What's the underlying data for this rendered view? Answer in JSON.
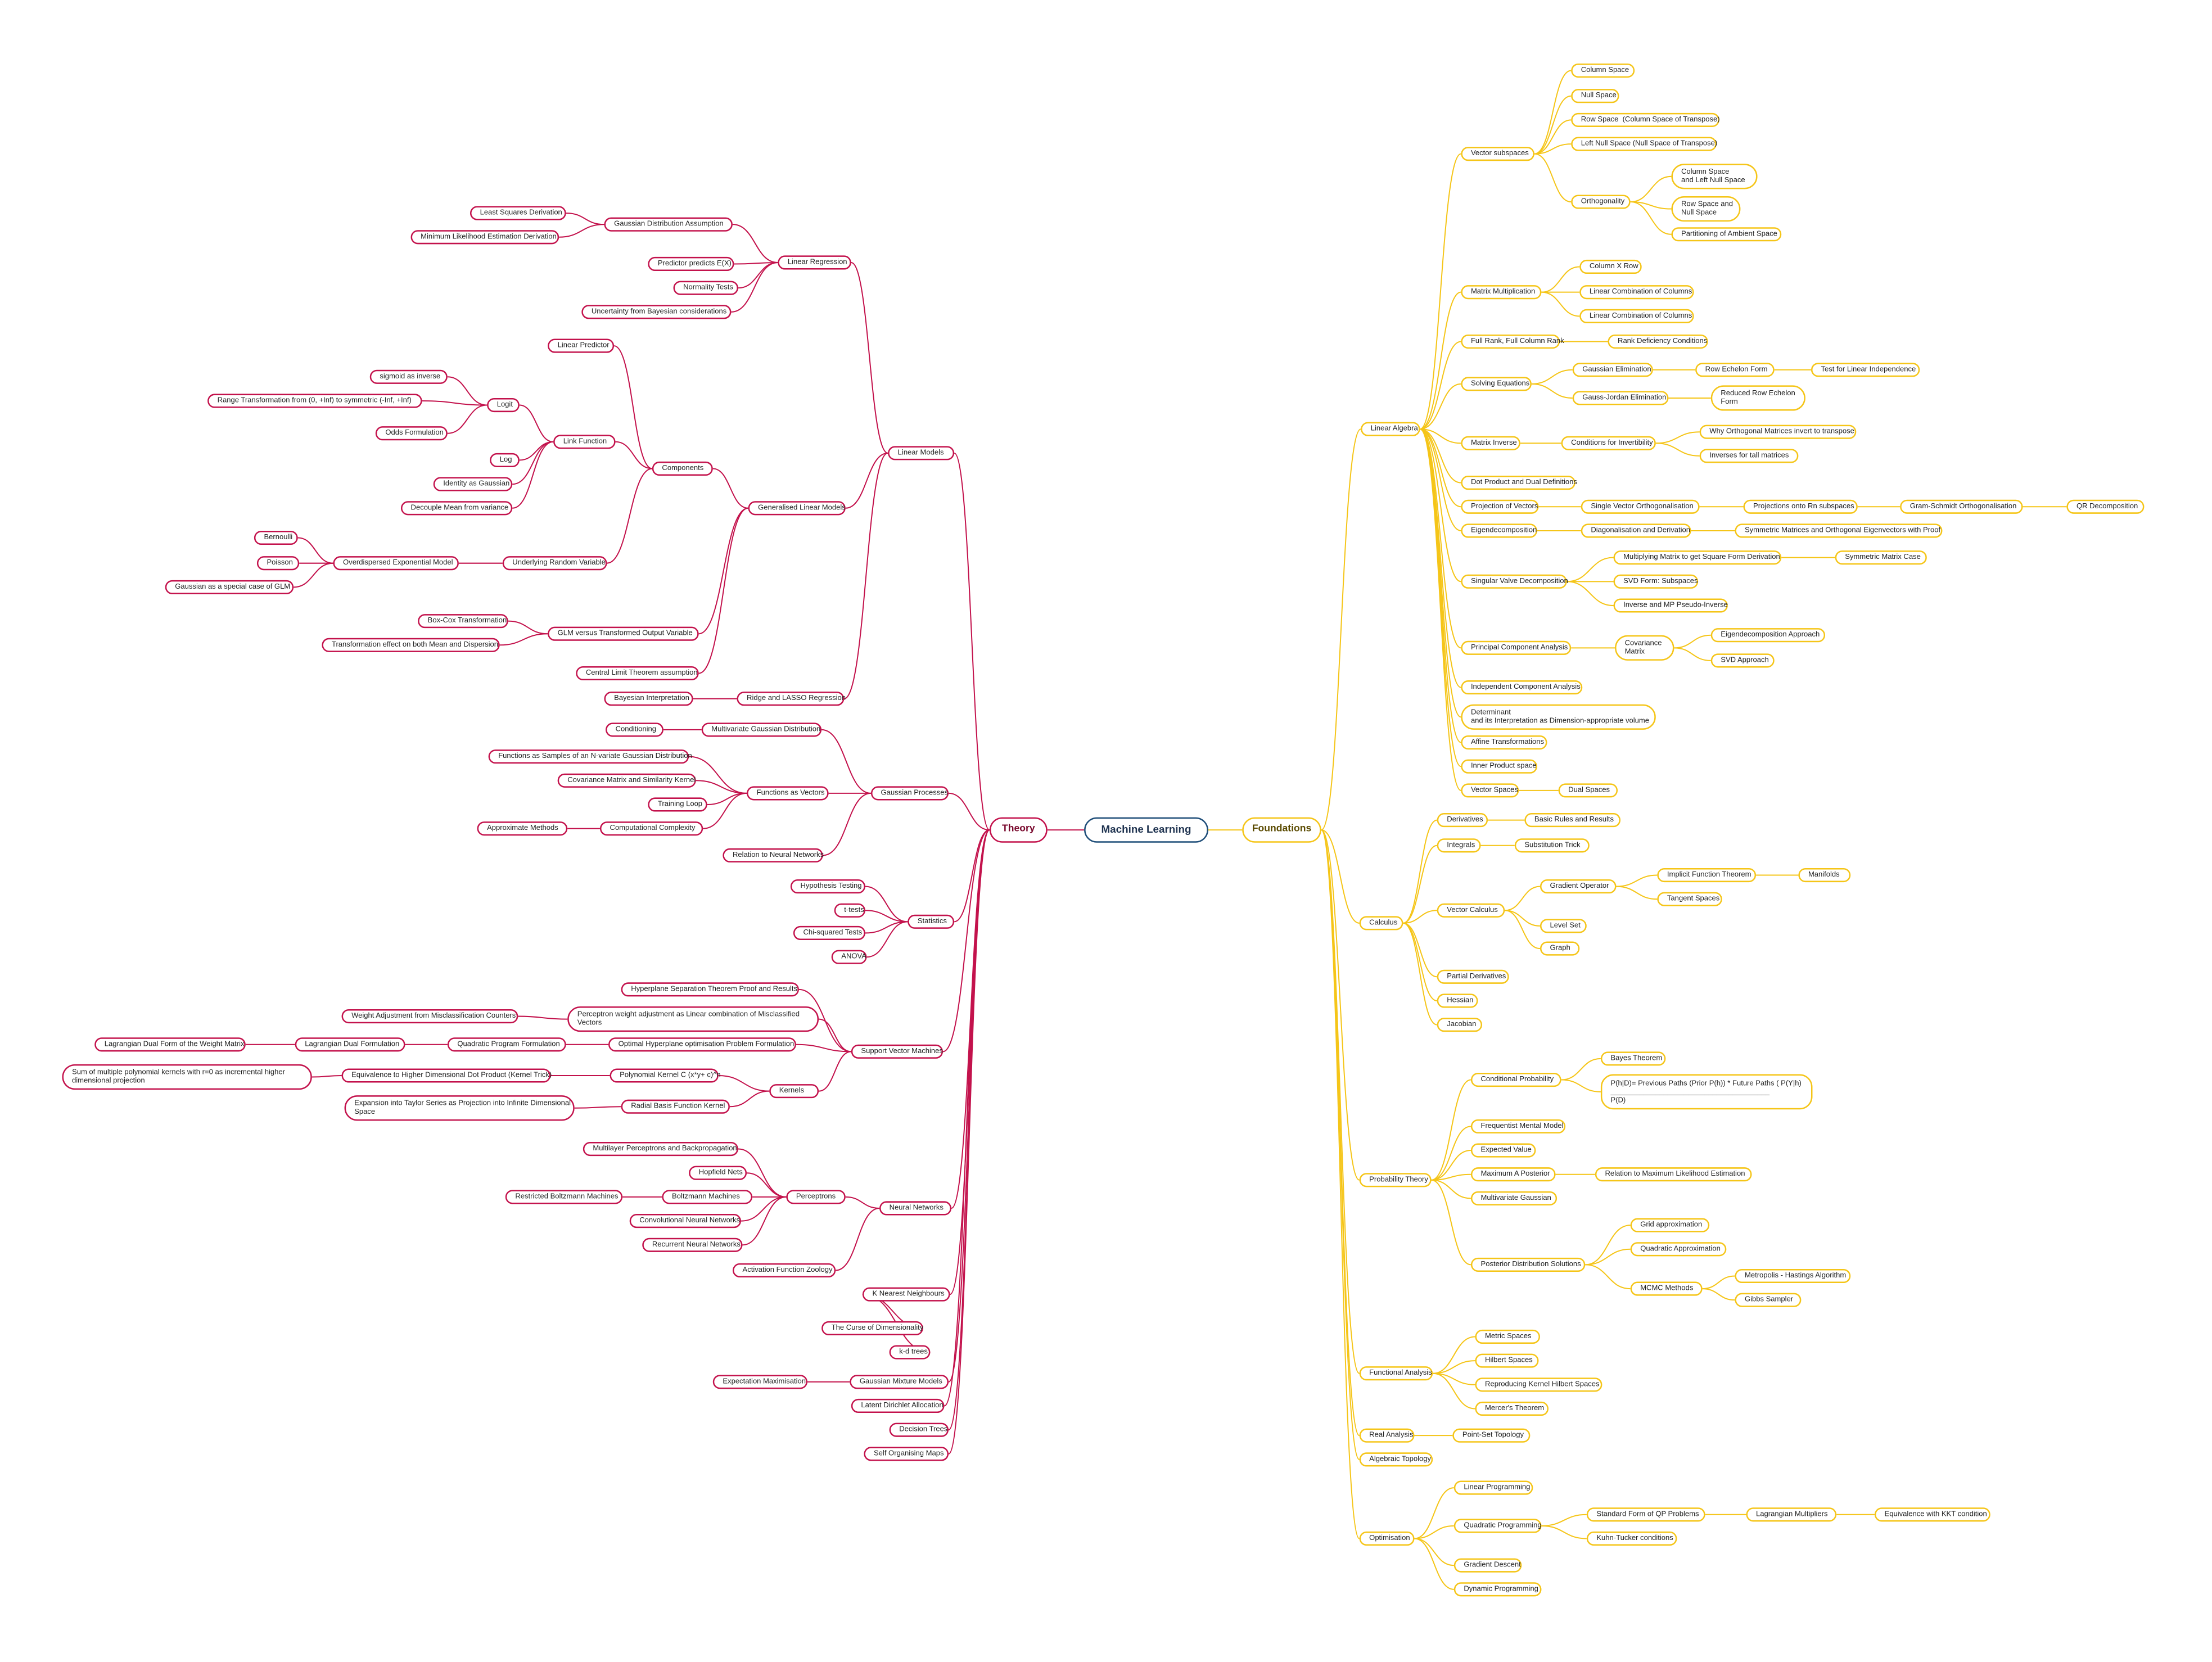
{
  "colors": {
    "foundations_branch": "#f5c518",
    "theory_branch": "#c3124c",
    "root_border": "#1f4e79"
  },
  "root": "Machine Learning",
  "foundations": {
    "label": "Foundations",
    "children": [
      {
        "label": "Linear Algebra",
        "children": [
          {
            "label": "Vector subspaces",
            "children": [
              {
                "label": "Column Space"
              },
              {
                "label": "Null Space"
              },
              {
                "label": "Row Space  (Column Space of Transpose)"
              },
              {
                "label": "Left Null Space (Null Space of Transpose)"
              },
              {
                "label": "Orthogonality",
                "children": [
                  {
                    "label": "Column Space\nand Left Null Space"
                  },
                  {
                    "label": "Row Space and\nNull Space"
                  },
                  {
                    "label": "Partitioning of Ambient Space"
                  }
                ]
              }
            ]
          },
          {
            "label": "Matrix Multiplication",
            "children": [
              {
                "label": "Column X Row"
              },
              {
                "label": "Linear Combination of Columns"
              },
              {
                "label": "Linear Combination of Columns"
              }
            ]
          },
          {
            "label": "Full Rank, Full Column Rank",
            "children": [
              {
                "label": "Rank Deficiency Conditions"
              }
            ]
          },
          {
            "label": "Solving Equations",
            "children": [
              {
                "label": "Gaussian Elimination",
                "children": [
                  {
                    "label": "Row Echelon Form",
                    "children": [
                      {
                        "label": "Test for Linear Independence"
                      }
                    ]
                  }
                ]
              },
              {
                "label": "Gauss-Jordan Elimination",
                "children": [
                  {
                    "label": "Reduced Row Echelon\nForm"
                  }
                ]
              }
            ]
          },
          {
            "label": "Matrix Inverse",
            "children": [
              {
                "label": "Conditions for Invertibility",
                "children": [
                  {
                    "label": "Why Orthogonal Matrices invert to transpose"
                  },
                  {
                    "label": "Inverses for tall matrices"
                  }
                ]
              }
            ]
          },
          {
            "label": "Dot Product and Dual Definitions"
          },
          {
            "label": "Projection of Vectors",
            "children": [
              {
                "label": "Single Vector Orthogonalisation",
                "children": [
                  {
                    "label": "Projections onto Rn subspaces",
                    "children": [
                      {
                        "label": "Gram-Schmidt Orthogonalisation",
                        "children": [
                          {
                            "label": "QR Decomposition"
                          }
                        ]
                      }
                    ]
                  }
                ]
              }
            ]
          },
          {
            "label": "Eigendecomposition",
            "children": [
              {
                "label": "Diagonalisation and Derivation",
                "children": [
                  {
                    "label": "Symmetric Matrices and Orthogonal Eigenvectors with Proof"
                  }
                ]
              }
            ]
          },
          {
            "label": "Singular Valve Decomposition",
            "children": [
              {
                "label": "Multiplying Matrix to get Square Form Derivation",
                "children": [
                  {
                    "label": "Symmetric Matrix Case"
                  }
                ]
              },
              {
                "label": "SVD Form: Subspaces"
              },
              {
                "label": "Inverse and MP Pseudo-Inverse"
              }
            ]
          },
          {
            "label": "Principal Component Analysis",
            "children": [
              {
                "label": "Covariance\nMatrix",
                "children": [
                  {
                    "label": "Eigendecomposition Approach"
                  },
                  {
                    "label": "SVD Approach"
                  }
                ]
              }
            ]
          },
          {
            "label": "Independent Component Analysis"
          },
          {
            "label": "Determinant\nand its Interpretation as Dimension-appropriate volume"
          },
          {
            "label": "Affine Transformations"
          },
          {
            "label": "Inner Product space"
          },
          {
            "label": "Vector Spaces",
            "children": [
              {
                "label": "Dual Spaces"
              }
            ]
          }
        ]
      },
      {
        "label": "Calculus",
        "children": [
          {
            "label": "Derivatives",
            "children": [
              {
                "label": "Basic Rules and Results"
              }
            ]
          },
          {
            "label": "Integrals",
            "children": [
              {
                "label": "Substitution Trick"
              }
            ]
          },
          {
            "label": "Vector Calculus",
            "children": [
              {
                "label": "Gradient Operator",
                "children": [
                  {
                    "label": "Implicit Function Theorem",
                    "children": [
                      {
                        "label": "Manifolds"
                      }
                    ]
                  },
                  {
                    "label": "Tangent Spaces"
                  }
                ]
              },
              {
                "label": "Level Set"
              },
              {
                "label": "Graph"
              }
            ]
          },
          {
            "label": "Partial Derivatives"
          },
          {
            "label": "Hessian"
          },
          {
            "label": "Jacobian"
          }
        ]
      },
      {
        "label": "Probability Theory",
        "children": [
          {
            "label": "Conditional Probability",
            "children": [
              {
                "label": "Bayes Theorem"
              },
              {
                "label": "P(h|D)= Previous Paths (Prior P(h)) * Future Paths ( P(Y|h)\n_______________________________________\nP(D)"
              }
            ]
          },
          {
            "label": "Frequentist Mental Model"
          },
          {
            "label": "Expected Value"
          },
          {
            "label": "Maximum A Posterior",
            "children": [
              {
                "label": "Relation to Maximum Likelihood Estimation"
              }
            ]
          },
          {
            "label": "Multivariate Gaussian"
          },
          {
            "label": "Posterior Distribution Solutions",
            "children": [
              {
                "label": "Grid approximation"
              },
              {
                "label": "Quadratic Approximation"
              },
              {
                "label": "MCMC Methods",
                "children": [
                  {
                    "label": "Metropolis - Hastings Algorithm"
                  },
                  {
                    "label": "Gibbs Sampler"
                  }
                ]
              }
            ]
          }
        ]
      },
      {
        "label": "Functional Analysis",
        "children": [
          {
            "label": "Metric Spaces"
          },
          {
            "label": "Hilbert Spaces"
          },
          {
            "label": "Reproducing Kernel Hilbert Spaces"
          },
          {
            "label": "Mercer's Theorem"
          }
        ]
      },
      {
        "label": "Real Analysis",
        "children": [
          {
            "label": "Point-Set Topology"
          }
        ]
      },
      {
        "label": "Algebraic Topology"
      },
      {
        "label": "Optimisation",
        "children": [
          {
            "label": "Linear Programming"
          },
          {
            "label": "Quadratic Programming",
            "children": [
              {
                "label": "Standard Form of QP Problems",
                "children": [
                  {
                    "label": "Lagrangian Multipliers",
                    "children": [
                      {
                        "label": "Equivalence with KKT condition"
                      }
                    ]
                  }
                ]
              },
              {
                "label": "Kuhn-Tucker conditions"
              }
            ]
          },
          {
            "label": "Gradient Descent"
          },
          {
            "label": "Dynamic Programming"
          }
        ]
      }
    ]
  },
  "theory": {
    "label": "Theory",
    "children": [
      {
        "label": "Linear Models",
        "children": [
          {
            "label": "Linear Regression",
            "children": [
              {
                "label": "Gaussian Distribution Assumption",
                "children": [
                  {
                    "label": "Least Squares Derivation"
                  },
                  {
                    "label": "Minimum Likelihood Estimation Derivation"
                  }
                ]
              },
              {
                "label": "Predictor predicts E(X)"
              },
              {
                "label": "Normality Tests"
              },
              {
                "label": "Uncertainty from Bayesian considerations"
              }
            ]
          },
          {
            "label": "Generalised Linear Models",
            "children": [
              {
                "label": "Components",
                "children": [
                  {
                    "label": "Linear Predictor"
                  },
                  {
                    "label": "Link Function",
                    "children": [
                      {
                        "label": "Logit",
                        "children": [
                          {
                            "label": "sigmoid as inverse"
                          },
                          {
                            "label": "Range Transformation from (0, +Inf) to symmetric (-Inf, +Inf)"
                          },
                          {
                            "label": "Odds Formulation"
                          }
                        ]
                      },
                      {
                        "label": "Log"
                      },
                      {
                        "label": "Identity as Gaussian"
                      },
                      {
                        "label": "Decouple Mean from variance"
                      }
                    ]
                  },
                  {
                    "label": "Underlying Random Variable",
                    "children": [
                      {
                        "label": "Overdispersed Exponential Model",
                        "children": [
                          {
                            "label": "Bernoulli"
                          },
                          {
                            "label": "Poisson"
                          },
                          {
                            "label": "Gaussian as a special case of GLM"
                          }
                        ]
                      }
                    ]
                  }
                ]
              },
              {
                "label": "GLM versus Transformed Output Variable",
                "children": [
                  {
                    "label": "Box-Cox Transformation"
                  },
                  {
                    "label": "Transformation effect on both Mean and Dispersion"
                  }
                ]
              },
              {
                "label": "Central Limit Theorem assumption"
              }
            ]
          },
          {
            "label": "Ridge and LASSO Regression",
            "children": [
              {
                "label": "Bayesian Interpretation"
              }
            ]
          }
        ]
      },
      {
        "label": "Gaussian Processes",
        "children": [
          {
            "label": "Multivariate Gaussian Distribution",
            "children": [
              {
                "label": "Conditioning"
              }
            ]
          },
          {
            "label": "Functions as Vectors",
            "children": [
              {
                "label": "Functions as Samples of an N-variate Gaussian Distribution"
              },
              {
                "label": "Covariance Matrix and Similarity Kernel"
              },
              {
                "label": "Training Loop"
              },
              {
                "label": "Computational Complexity",
                "children": [
                  {
                    "label": "Approximate Methods"
                  }
                ]
              }
            ]
          },
          {
            "label": "Relation to Neural Networks"
          }
        ]
      },
      {
        "label": "Statistics",
        "children": [
          {
            "label": "Hypothesis Testing"
          },
          {
            "label": "t-tests"
          },
          {
            "label": "Chi-squared Tests"
          },
          {
            "label": "ANOVA"
          }
        ]
      },
      {
        "label": "Support Vector Machines",
        "children": [
          {
            "label": "Hyperplane Separation Theorem Proof and Results"
          },
          {
            "label": "Perceptron weight adjustment as Linear combination of Misclassified\nVectors",
            "children": [
              {
                "label": "Weight Adjustment from Misclassification Counters"
              }
            ]
          },
          {
            "label": "Optimal Hyperplane optimisation Problem Formulation",
            "children": [
              {
                "label": "Quadratic Program Formulation",
                "children": [
                  {
                    "label": "Lagrangian Dual Formulation",
                    "children": [
                      {
                        "label": "Lagrangian Dual Form of the Weight Matrix"
                      }
                    ]
                  }
                ]
              }
            ]
          },
          {
            "label": "Kernels",
            "children": [
              {
                "label": "Polynomial Kernel C (x*y+ c)^n",
                "children": [
                  {
                    "label": "Equivalence to Higher Dimensional Dot Product (Kernel Trick)",
                    "children": [
                      {
                        "label": "Sum of multiple polynomial kernels with r=0 as incremental higher\ndimensional projection"
                      }
                    ]
                  }
                ]
              },
              {
                "label": "Radial Basis Function Kernel",
                "children": [
                  {
                    "label": "Expansion into Taylor Series as Projection into Infinite Dimensional\nSpace"
                  }
                ]
              }
            ]
          }
        ]
      },
      {
        "label": "Neural Networks",
        "children": [
          {
            "label": "Perceptrons",
            "children": [
              {
                "label": "Multilayer Perceptrons and Backpropagation"
              },
              {
                "label": "Hopfield Nets"
              },
              {
                "label": "Boltzmann Machines",
                "children": [
                  {
                    "label": "Restricted Boltzmann Machines"
                  }
                ]
              },
              {
                "label": "Convolutional Neural Networks"
              },
              {
                "label": "Recurrent Neural Networks"
              }
            ]
          },
          {
            "label": "Activation Function Zoology"
          }
        ]
      },
      {
        "label": "K Nearest Neighbours",
        "children": [
          {
            "label": "The Curse of Dimensionality"
          },
          {
            "label": "k-d trees"
          }
        ]
      },
      {
        "label": "Gaussian Mixture Models",
        "children": [
          {
            "label": "Expectation Maximisation"
          }
        ]
      },
      {
        "label": "Latent Dirichlet Allocation"
      },
      {
        "label": "Decision Trees"
      },
      {
        "label": "Self Organising Maps"
      }
    ]
  }
}
